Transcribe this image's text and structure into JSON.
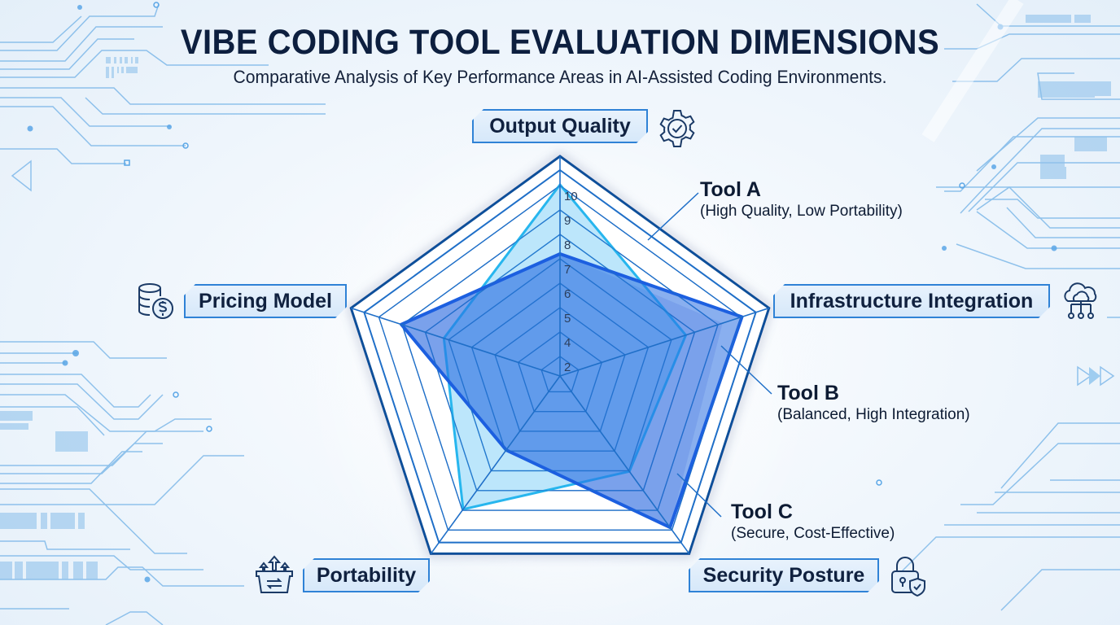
{
  "header": {
    "title": "VIBE CODING TOOL EVALUATION DIMENSIONS",
    "subtitle": "Comparative Analysis of Key Performance Areas in AI-Assisted Coding Environments."
  },
  "axes": [
    {
      "label": "Output Quality",
      "icon": "gear-check-icon"
    },
    {
      "label": "Infrastructure Integration",
      "icon": "cloud-network-icon"
    },
    {
      "label": "Security Posture",
      "icon": "lock-shield-icon"
    },
    {
      "label": "Portability",
      "icon": "box-transfer-icon"
    },
    {
      "label": "Pricing Model",
      "icon": "coins-dollar-icon"
    }
  ],
  "tools": [
    {
      "name": "Tool A",
      "desc": "(High Quality, Low Portability)"
    },
    {
      "name": "Tool B",
      "desc": "(Balanced, High Integration)"
    },
    {
      "name": "Tool C",
      "desc": "(Secure, Cost-Effective)"
    }
  ],
  "colors": {
    "tool_a": "#27b6ee",
    "tool_b": "#1c5fe0",
    "tool_c": "#5a78d8",
    "grid": "#1f6fc8",
    "frame": "#0f4f9a",
    "text": "#0d1f3f"
  },
  "chart_data": {
    "type": "radar",
    "title": "VIBE CODING TOOL EVALUATION DIMENSIONS",
    "subtitle": "Comparative Analysis of Key Performance Areas in AI-Assisted Coding Environments.",
    "categories": [
      "Output Quality",
      "Infrastructure Integration",
      "Security Posture",
      "Portability",
      "Pricing Model"
    ],
    "tick_labels": [
      "2",
      "4",
      "5",
      "6",
      "7",
      "8",
      "9",
      "10"
    ],
    "range": [
      0,
      10
    ],
    "grid": true,
    "series": [
      {
        "name": "Tool A",
        "note": "(High Quality, Low Portability)",
        "values": [
          9.4,
          6.5,
          5.8,
          8.1,
          6.0
        ]
      },
      {
        "name": "Tool B",
        "note": "(Balanced, High Integration)",
        "values": [
          6.0,
          9.4,
          9.2,
          4.5,
          8.2
        ]
      },
      {
        "name": "Tool C",
        "note": "(Secure, Cost-Effective)",
        "values": [
          6.0,
          8.4,
          9.2,
          4.5,
          8.2
        ]
      }
    ]
  }
}
